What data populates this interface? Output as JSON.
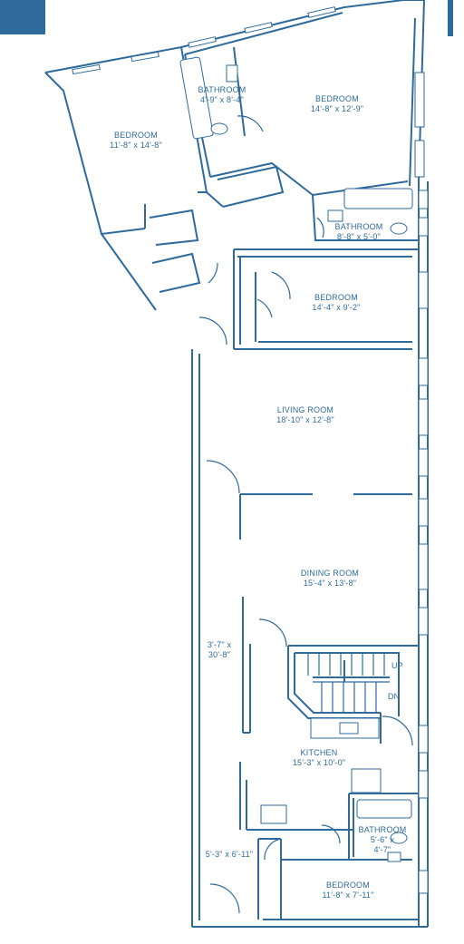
{
  "colors": {
    "line": "#2e6a9c",
    "background": "#ffffff"
  },
  "rooms": {
    "bathroom_1": {
      "name": "BATHROOM",
      "dims": "4'-9\" x 8'-4\""
    },
    "bedroom_1": {
      "name": "BEDROOM",
      "dims": "14'-8\" x 12'-9\""
    },
    "bedroom_2": {
      "name": "BEDROOM",
      "dims": "11'-8\" x 14'-8\""
    },
    "bathroom_2": {
      "name": "BATHROOM",
      "dims": "8'-8\" x 5'-0\""
    },
    "bedroom_3": {
      "name": "BEDROOM",
      "dims": "14'-4\" x 9'-2\""
    },
    "living_room": {
      "name": "LIVING ROOM",
      "dims": "18'-10\" x 12'-8\""
    },
    "dining_room": {
      "name": "DINING ROOM",
      "dims": "15'-4\" x 13'-8\""
    },
    "hall": {
      "dims_line1": "3'-7\" x",
      "dims_line2": "30'-8\""
    },
    "kitchen": {
      "name": "KITCHEN",
      "dims": "15'-3\" x 10'-0\""
    },
    "bathroom_3": {
      "name": "BATHROOM",
      "dims_line1": "5'-6\" x",
      "dims_line2": "4'-7\""
    },
    "closet": {
      "dims": "5'-3\" x 6'-11\""
    },
    "bedroom_4": {
      "name": "BEDROOM",
      "dims": "11'-8\" x 7'-11\""
    }
  },
  "stairs": {
    "up": "UP",
    "down": "DN"
  }
}
